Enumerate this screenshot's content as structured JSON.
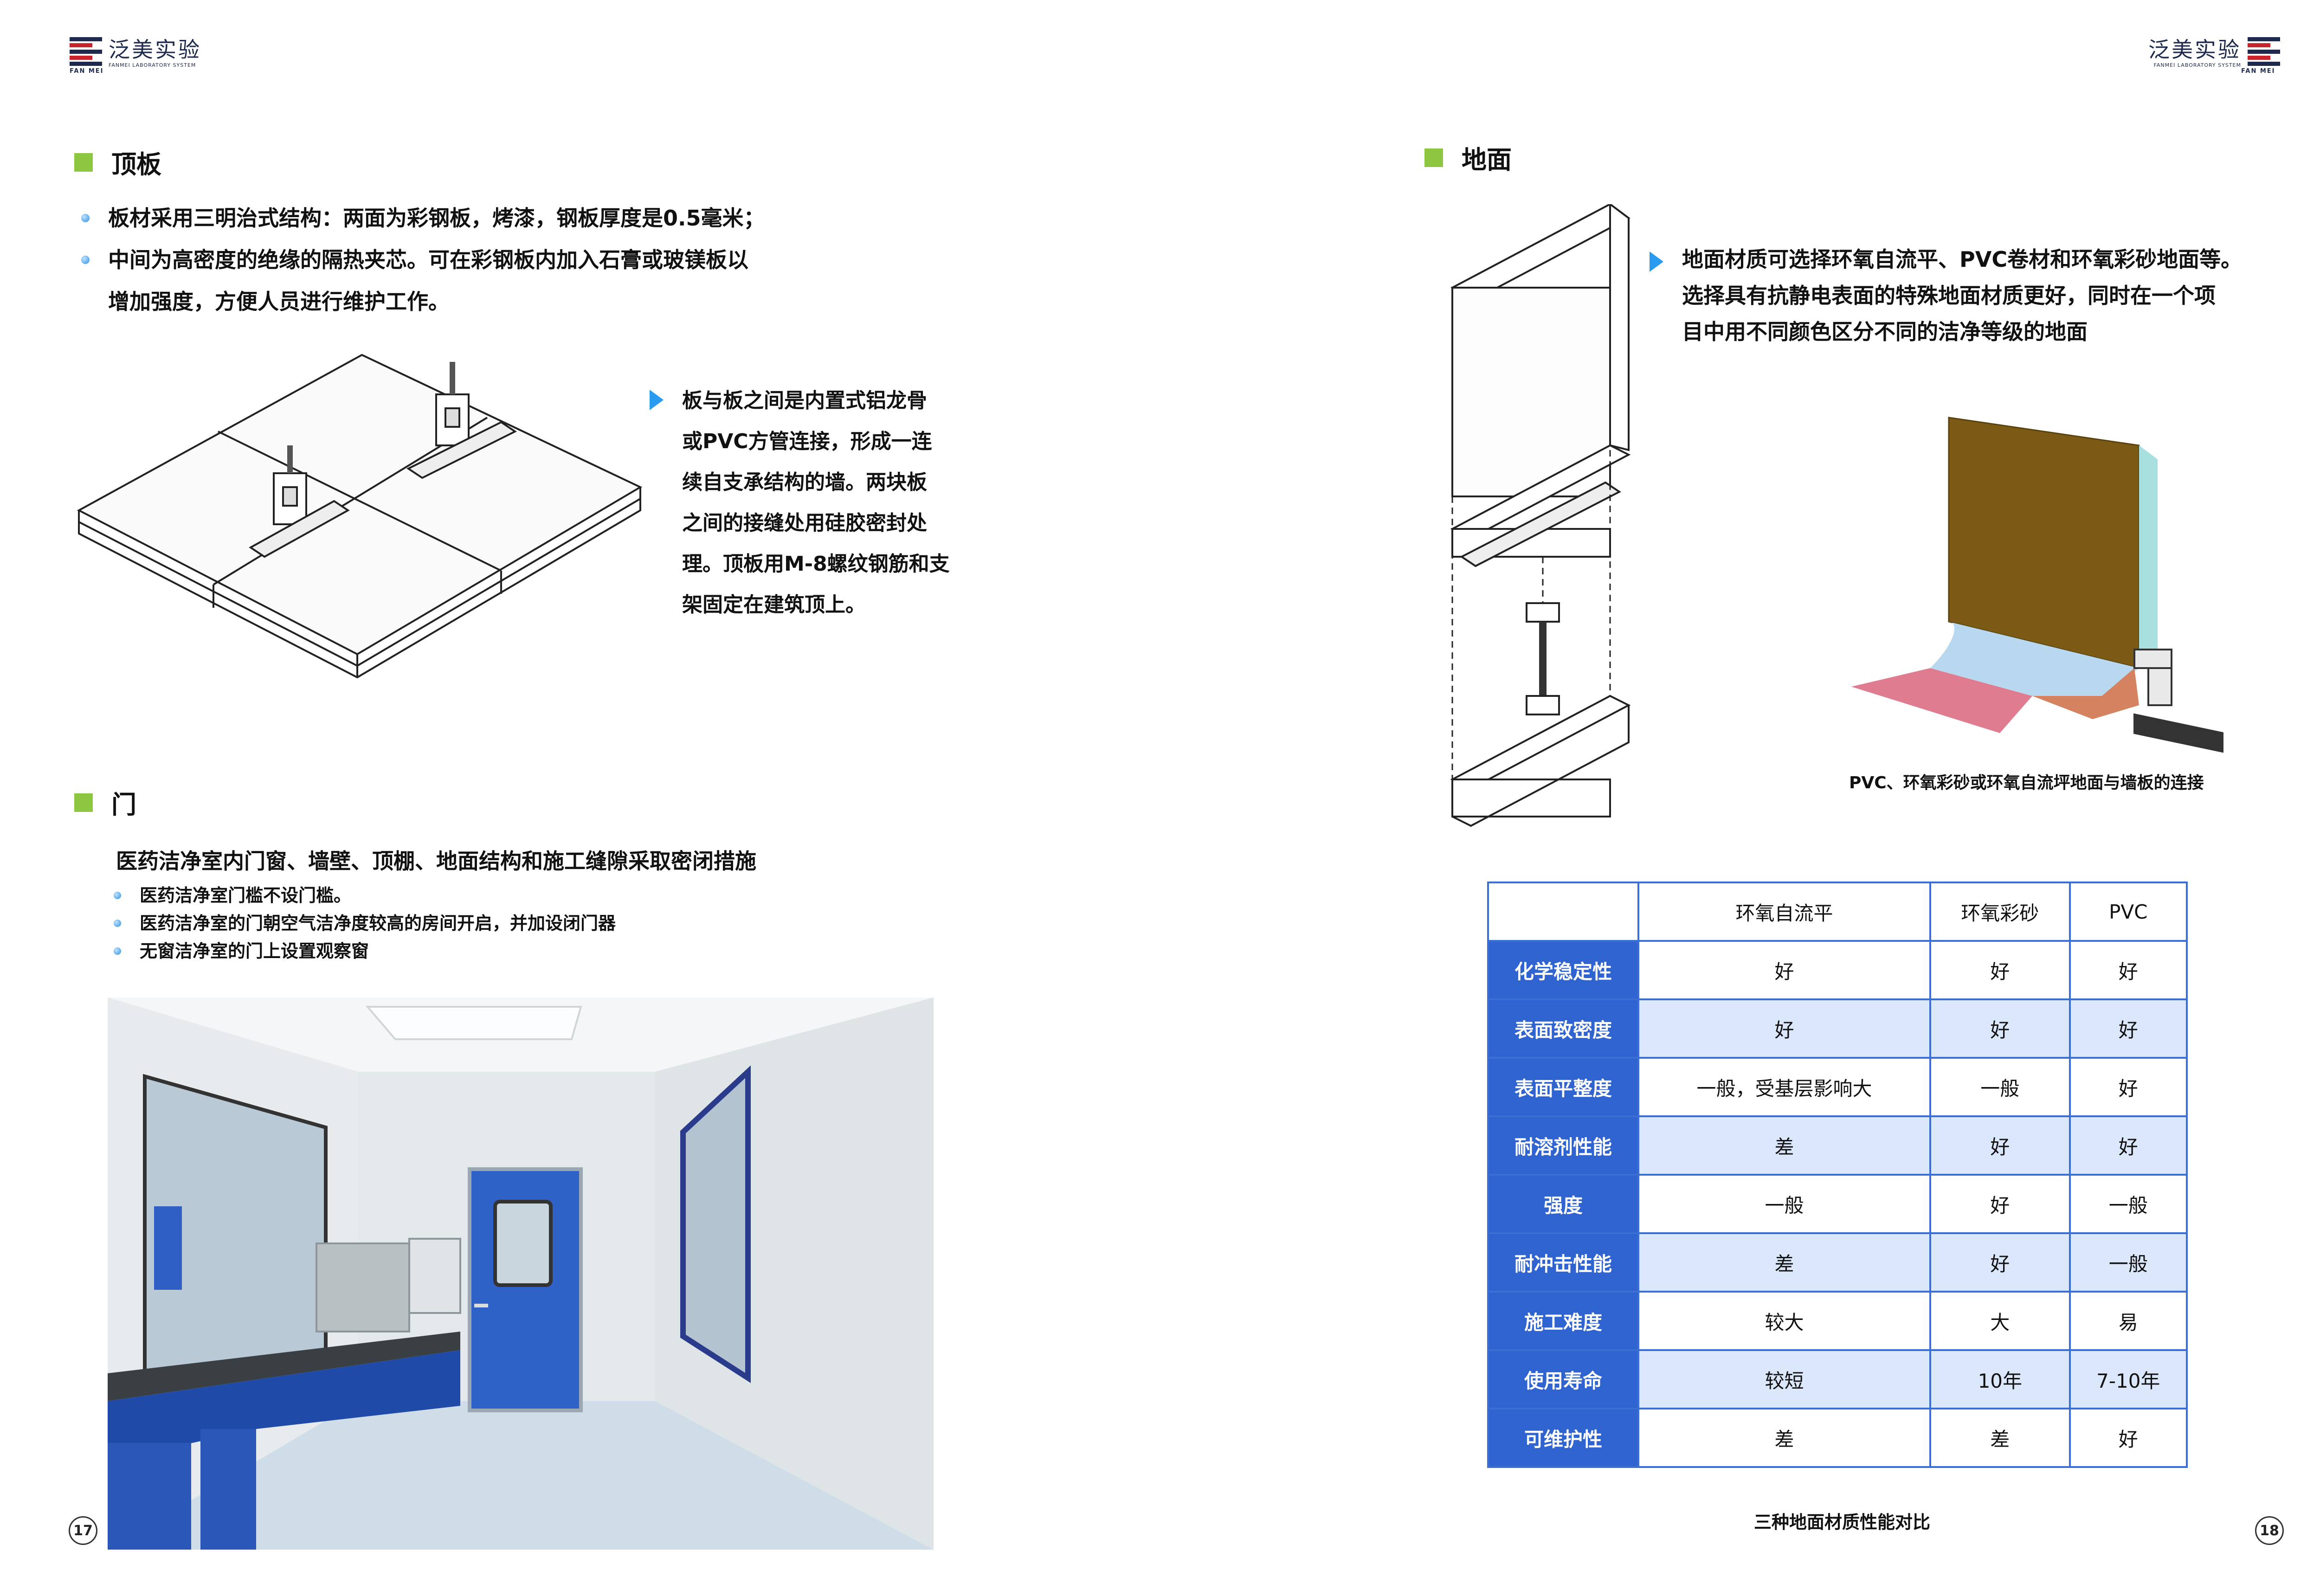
{
  "brand": {
    "name_cn": "泛美实验",
    "name_en": "FANMEI LABORATORY SYSTEM",
    "mark_text": "FAN MEI"
  },
  "left": {
    "ceiling": {
      "title": "顶板",
      "bullets": [
        "板材采用三明治式结构：两面为彩钢板，烤漆，钢板厚度是0.5毫米；",
        "中间为高密度的绝缘的隔热夹芯。可在彩钢板内加入石膏或玻镁板以",
        "增加强度，方便人员进行维护工作。"
      ],
      "note_lines": [
        "板与板之间是内置式铝龙骨",
        "或PVC方管连接，形成一连",
        "续自支承结构的墙。两块板",
        "之间的接缝处用硅胶密封处",
        "理。顶板用M-8螺纹钢筋和支",
        "架固定在建筑顶上。"
      ]
    },
    "door": {
      "title": "门",
      "lead": "医药洁净室内门窗、墙壁、顶棚、地面结构和施工缝隙采取密闭措施",
      "items": [
        "医药洁净室门槛不设门槛。",
        "医药洁净室的门朝空气洁净度较高的房间开启，并加设闭门器",
        "无窗洁净室的门上设置观察窗"
      ]
    },
    "page_number": "17"
  },
  "right": {
    "floor": {
      "title": "地面",
      "desc_lines": [
        "地面材质可选择环氧自流平、PVC卷材和环氧彩砂地面等。",
        "选择具有抗静电表面的特殊地面材质更好，同时在一个项",
        "目中用不同颜色区分不同的洁净等级的地面"
      ],
      "figure_caption": "PVC、环氧彩砂或环氧自流坪地面与墙板的连接"
    },
    "table": {
      "columns": [
        "",
        "环氧自流平",
        "环氧彩砂",
        "PVC"
      ],
      "rows": [
        {
          "label": "化学稳定性",
          "values": [
            "好",
            "好",
            "好"
          ]
        },
        {
          "label": "表面致密度",
          "values": [
            "好",
            "好",
            "好"
          ]
        },
        {
          "label": "表面平整度",
          "values": [
            "一般，受基层影响大",
            "一般",
            "好"
          ]
        },
        {
          "label": "耐溶剂性能",
          "values": [
            "差",
            "好",
            "好"
          ]
        },
        {
          "label": "强度",
          "values": [
            "一般",
            "好",
            "一般"
          ]
        },
        {
          "label": "耐冲击性能",
          "values": [
            "差",
            "好",
            "一般"
          ]
        },
        {
          "label": "施工难度",
          "values": [
            "较大",
            "大",
            "易"
          ]
        },
        {
          "label": "使用寿命",
          "values": [
            "较短",
            "10年",
            "7-10年"
          ]
        },
        {
          "label": "可维护性",
          "values": [
            "差",
            "差",
            "好"
          ]
        }
      ],
      "caption": "三种地面材质性能对比"
    },
    "page_number": "18"
  }
}
